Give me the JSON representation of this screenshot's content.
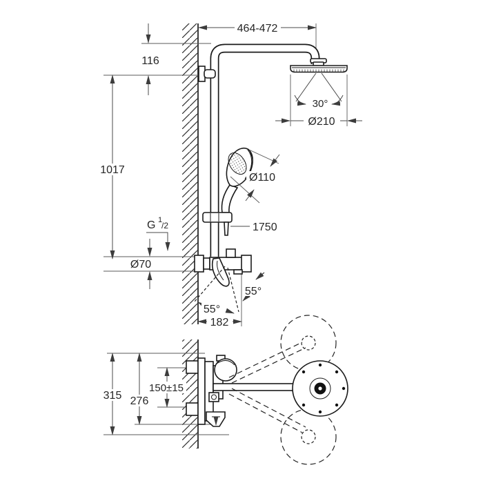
{
  "drawing": {
    "kind": "shower-system-installation-drawing",
    "views": [
      "side-elevation",
      "top-plan"
    ]
  },
  "dims": {
    "arm_reach": "464-472",
    "arm_drop": "116",
    "riser_height": "1017",
    "spray_angle": "30°",
    "head_diameter": "Ø210",
    "hand_shower_diameter": "Ø110",
    "hose_length": "1750",
    "thread_base": "G",
    "thread_num": "1",
    "thread_den": "/2",
    "escutcheon_diameter": "Ø70",
    "swivel_right": "55°",
    "swivel_left": "55°",
    "mixer_projection": "182",
    "plan_total": "315",
    "plan_inner": "276",
    "connection_distance": "150±15"
  },
  "colors": {
    "product_line": "#1a1a1a",
    "dimension_line": "#4a4a4a",
    "text": "#262626",
    "background": "#ffffff"
  }
}
